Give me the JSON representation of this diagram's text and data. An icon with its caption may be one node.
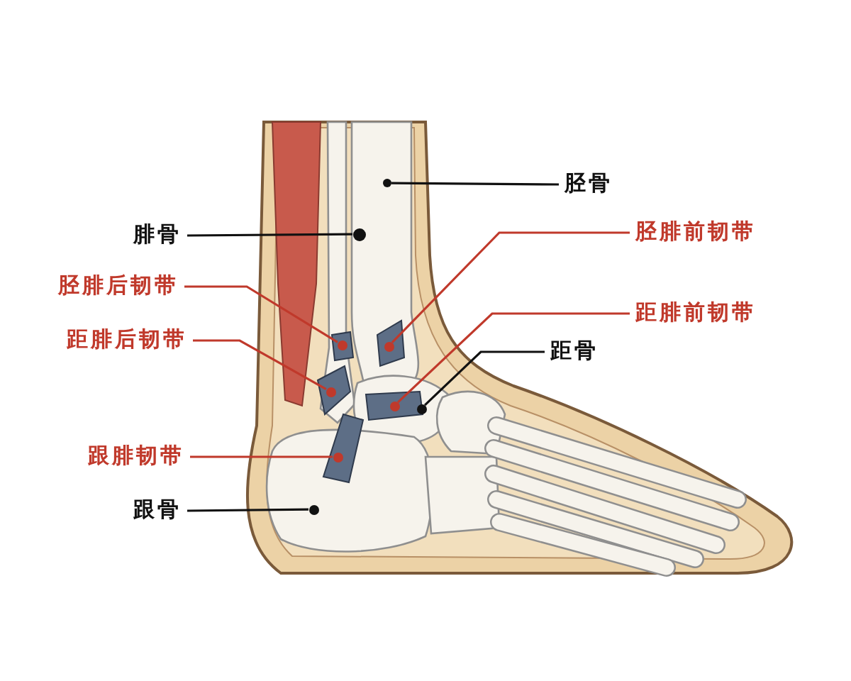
{
  "diagram": {
    "nodes": [
      {
        "text": [
          "胫骨"
        ]
      },
      {
        "text": [
          "腓骨"
        ]
      },
      {
        "text": [
          "胫腓前韧带"
        ]
      },
      {
        "text": [
          "胫腓后韧带"
        ]
      },
      {
        "text": [
          "距腓前韧带"
        ]
      },
      {
        "text": [
          "距腓后韧带"
        ]
      },
      {
        "text": [
          "距骨"
        ]
      },
      {
        "text": [
          "跟腓韧带"
        ]
      },
      {
        "text": [
          "跟骨"
        ]
      },
      {
        "text": [],
        "shape": "circle"
      },
      {
        "text": [],
        "shape": "circle"
      },
      {
        "text": [],
        "shape": "circle"
      },
      {
        "text": [],
        "shape": "circle"
      },
      {
        "text": [],
        "shape": "circle"
      },
      {
        "text": [],
        "shape": "circle"
      },
      {
        "text": [],
        "shape": "circle"
      },
      {
        "text": [],
        "shape": "circle"
      },
      {
        "text": [],
        "shape": "circle"
      }
    ],
    "edges": [
      {
        "from": 0,
        "to": 9,
        "arrow": "none",
        "color": "#111111"
      },
      {
        "from": 1,
        "to": 10,
        "arrow": "none",
        "color": "#111111"
      },
      {
        "from": 2,
        "to": 12,
        "arrow": "none"
      },
      {
        "from": 3,
        "to": 11,
        "arrow": "none"
      },
      {
        "from": 4,
        "to": 14,
        "arrow": "none"
      },
      {
        "from": 5,
        "to": 13,
        "arrow": "none"
      },
      {
        "from": 6,
        "to": 15,
        "arrow": "none",
        "color": "#111111"
      },
      {
        "from": 7,
        "to": 16,
        "arrow": "none"
      },
      {
        "from": 8,
        "to": 17,
        "arrow": "none",
        "color": "#111111"
      }
    ]
  }
}
